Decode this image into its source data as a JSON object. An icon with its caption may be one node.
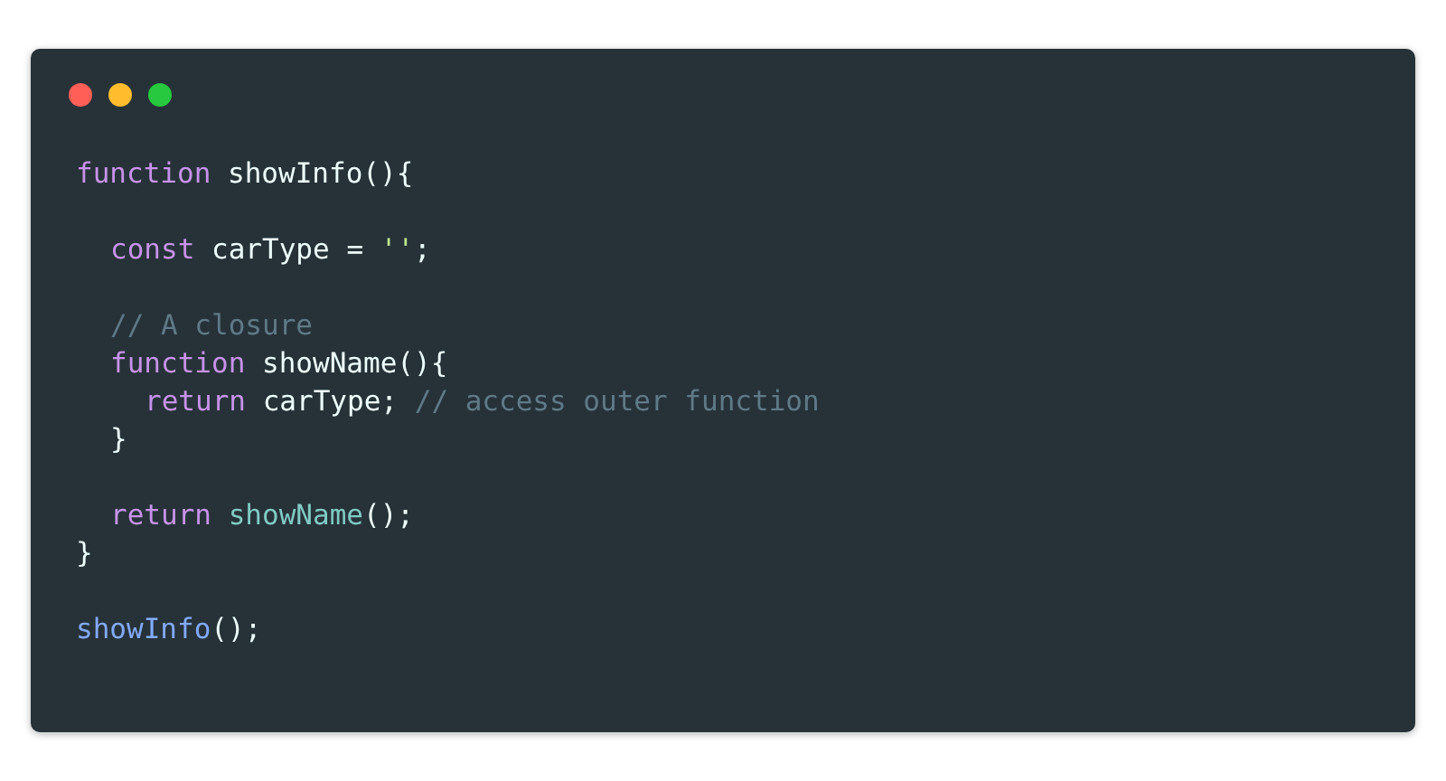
{
  "diagram": {
    "labels": [
      "function showInfo(){",
      "const carType = '';",
      "// A closure",
      "function showName(){",
      "return carType; // access outer function",
      "}",
      "return showName();",
      "}",
      "showInfo();"
    ]
  }
}
